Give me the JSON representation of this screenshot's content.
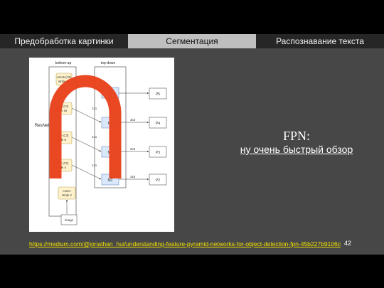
{
  "tabs": [
    {
      "label": "Предобработка картинки",
      "active": false
    },
    {
      "label": "Сегментация",
      "active": true
    },
    {
      "label": "Распознавание текста",
      "active": false
    }
  ],
  "slide": {
    "title": "FPN:",
    "subtitle": "ну очень быстрый обзор",
    "page_number": "42",
    "source_link": "https://medium.com/@jonathan_hui/understanding-feature-pyramid-networks-for-object-detection-fpn-45b227b9106c"
  },
  "diagram": {
    "column_bottom_up": "bottom-up",
    "column_top_down": "top-down",
    "backbone_label": "ResNet",
    "bottom_up_blocks": [
      {
        "line1": "conv5 (C5)",
        "line2": "stride 32"
      },
      {
        "line1": "conv4 (C4)",
        "line2": "stride 16"
      },
      {
        "line1": "conv3 (C3)",
        "line2": "stride 8"
      },
      {
        "line1": "conv2 (C2)",
        "line2": "stride 4"
      },
      {
        "line1": "conv1",
        "line2": "stride 2"
      }
    ],
    "input_label": "image",
    "top_down_blocks": [
      "M5",
      "M4",
      "M3",
      "M2"
    ],
    "outputs": [
      "P5",
      "P4",
      "P3",
      "P2"
    ],
    "lateral_label": "1x1",
    "upsample_label": "2x",
    "smooth_label": "3x3",
    "overlay_color": "#e8421c",
    "block_color": "#fff2cc",
    "m_block_color": "#dae8fc"
  }
}
